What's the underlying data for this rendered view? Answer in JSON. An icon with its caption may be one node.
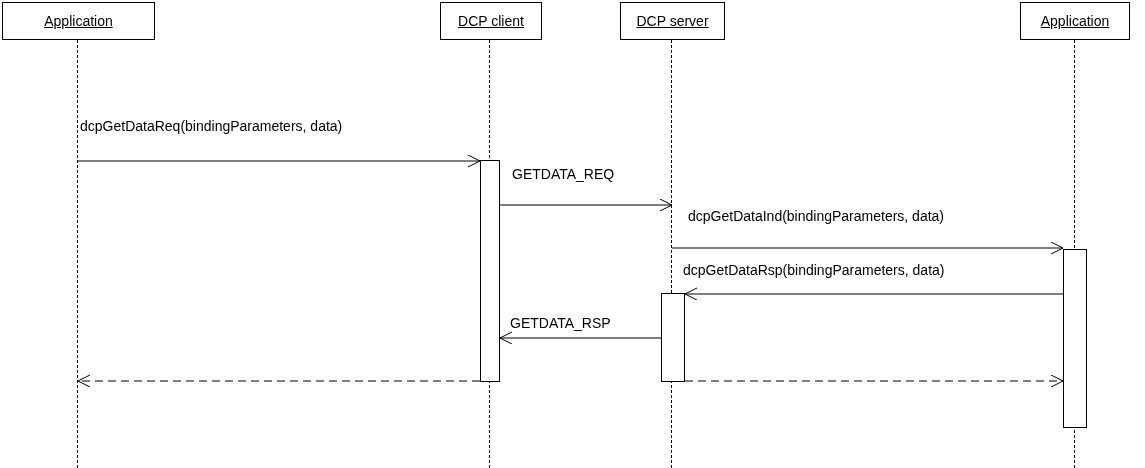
{
  "diagram": {
    "nodes": [
      {
        "text": [
          "Application"
        ]
      },
      {
        "text": [
          "DCP client"
        ]
      },
      {
        "text": [
          "DCP server"
        ]
      },
      {
        "text": [
          "Application"
        ]
      },
      {
        "text": [],
        "shape": "line"
      },
      {
        "text": [],
        "shape": "line"
      },
      {
        "text": [],
        "shape": "line"
      },
      {
        "text": [],
        "shape": "line"
      },
      {
        "text": [],
        "shape": "bar"
      },
      {
        "text": [],
        "shape": "bar"
      },
      {
        "text": [],
        "shape": "bar"
      }
    ],
    "edges": [
      {
        "from": 4,
        "to": 8,
        "arrow": "to",
        "label": "dcpGetDataReq(bindingParameters, data)"
      },
      {
        "from": 8,
        "to": 6,
        "arrow": "to",
        "label": "GETDATA_REQ"
      },
      {
        "from": 6,
        "to": 10,
        "arrow": "to",
        "label": "dcpGetDataInd(bindingParameters, data)"
      },
      {
        "from": 10,
        "to": 9,
        "arrow": "to",
        "label": "dcpGetDataRsp(bindingParameters, data)"
      },
      {
        "from": 9,
        "to": 8,
        "arrow": "to",
        "label": "GETDATA_RSP"
      },
      {
        "from": 8,
        "to": 4,
        "arrow": "to",
        "style": "dashed"
      },
      {
        "from": 9,
        "to": 10,
        "arrow": "to",
        "style": "dashed"
      }
    ]
  }
}
